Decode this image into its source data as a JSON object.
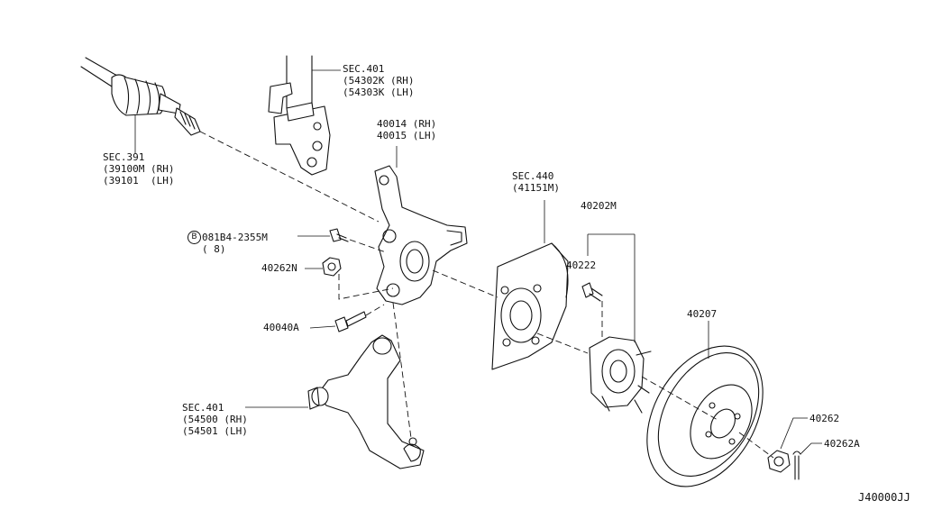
{
  "diagram_id": "J40000JJ",
  "labels": {
    "sec391": {
      "lines": [
        "SEC.391",
        "(39100M (RH)",
        "(39101  (LH)"
      ]
    },
    "sec401_top": {
      "lines": [
        "SEC.401",
        "(54302K (RH)",
        "(54303K (LH)"
      ]
    },
    "knuckle": {
      "lines": [
        "40014 (RH)",
        "40015 (LH)"
      ]
    },
    "bolt_spec": {
      "symbol": "B",
      "lines": [
        "081B4-2355M",
        "( 8)"
      ]
    },
    "p40262N": {
      "text": "40262N"
    },
    "p40040A": {
      "text": "40040A"
    },
    "sec401_bottom": {
      "lines": [
        "SEC.401",
        "(54500 (RH)",
        "(54501 (LH)"
      ]
    },
    "sec440": {
      "lines": [
        "SEC.440",
        "(41151M)"
      ]
    },
    "p40202M": {
      "text": "40202M"
    },
    "p40222": {
      "text": "40222"
    },
    "p40207": {
      "text": "40207"
    },
    "p40262": {
      "text": "40262"
    },
    "p40262A": {
      "text": "40262A"
    }
  }
}
